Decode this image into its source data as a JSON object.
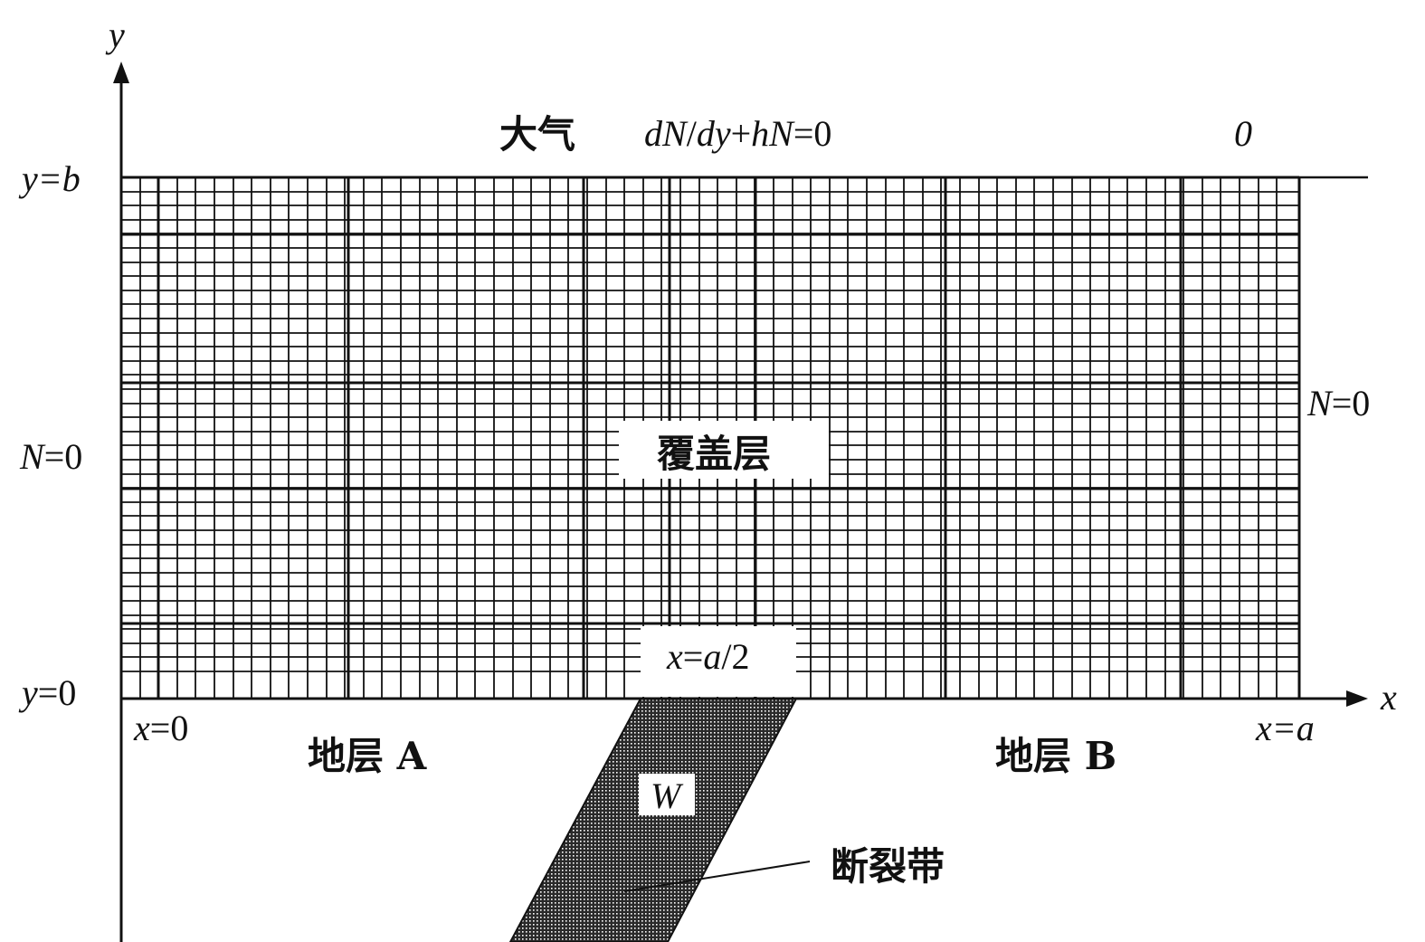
{
  "axes": {
    "x_label": "x",
    "y_label": "y"
  },
  "labels": {
    "atmosphere": "大气",
    "top_bc": {
      "a": "dN",
      "b": "/",
      "c": "dy",
      "d": "+",
      "e": "h",
      "f": "N",
      "g": "=0"
    },
    "top_right_value": "0",
    "y_b": {
      "var": "y",
      "rest": "=b"
    },
    "y_0": {
      "var": "y",
      "rest": "=0"
    },
    "x_0": {
      "var": "x",
      "rest": "=0"
    },
    "x_a": {
      "var": "x",
      "rest": "=a"
    },
    "x_mid": {
      "var": "x",
      "eq": "=",
      "a": "a",
      "rest": "/2"
    },
    "left_bc": {
      "var": "N",
      "rest": "=0"
    },
    "right_bc": {
      "var": "N",
      "rest": "=0"
    },
    "cover_layer": "覆盖层",
    "stratum_a": "地层 A",
    "stratum_b": "地层 B",
    "fault_width": "W",
    "fault_zone": "断裂带"
  },
  "colors": {
    "line": "#111111",
    "background": "#ffffff"
  }
}
